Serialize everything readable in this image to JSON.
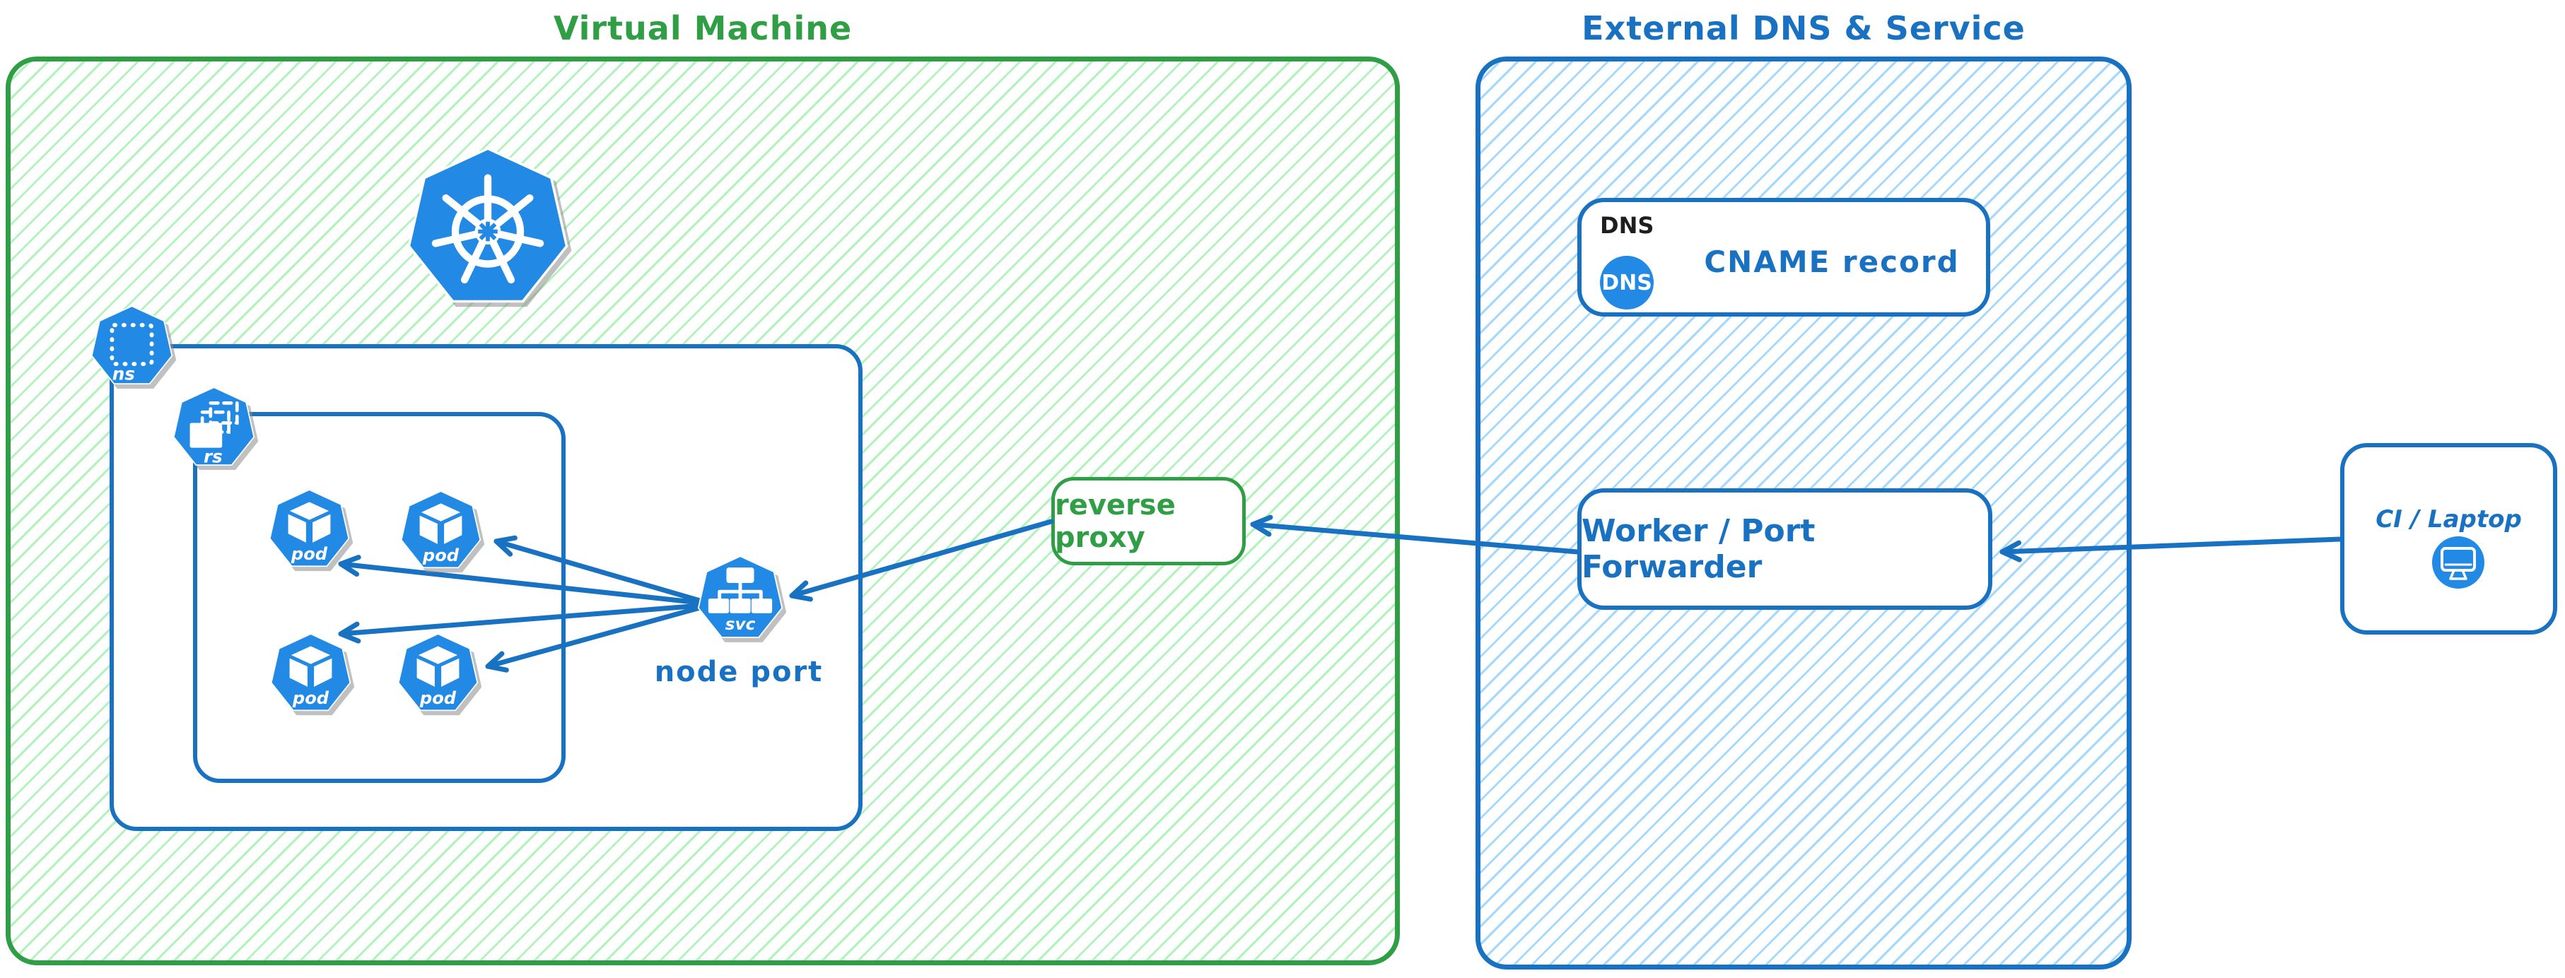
{
  "diagram": {
    "vm": {
      "title": "Virtual Machine"
    },
    "external": {
      "title": "External DNS & Service"
    },
    "cluster": {
      "kubernetes_logo": "kubernetes",
      "namespace_label": "ns",
      "replicaset_label": "rs",
      "service_label": "svc",
      "node_port_label": "node port",
      "pods": [
        {
          "label": "pod"
        },
        {
          "label": "pod"
        },
        {
          "label": "pod"
        },
        {
          "label": "pod"
        }
      ]
    },
    "reverse_proxy": {
      "label": "reverse proxy"
    },
    "dns": {
      "header": "DNS",
      "badge": "DNS",
      "record": "CNAME record"
    },
    "worker": {
      "label": "Worker / Port Forwarder"
    },
    "ci": {
      "label": "CI / Laptop"
    }
  },
  "colors": {
    "green": "#2f9e44",
    "green_hatch": "#b2f2bb",
    "blue": "#1971c2",
    "blue_hatch": "#a5d8ff",
    "icon_blue": "#2289e4",
    "ink": "#1e1e1e"
  }
}
